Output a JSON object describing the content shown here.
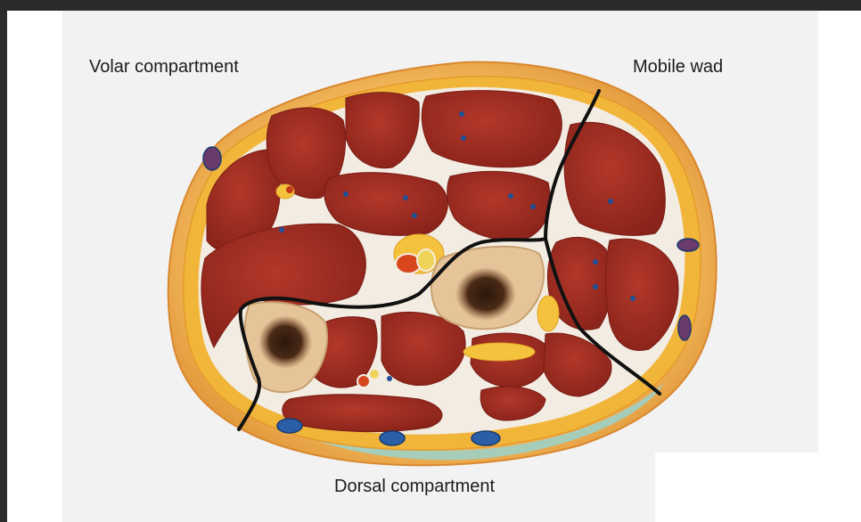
{
  "labels": {
    "volar": "Volar compartment",
    "mobile": "Mobile wad",
    "dorsal": "Dorsal compartment"
  },
  "colors": {
    "background": "#2b2b2b",
    "panel": "#f2f2f2",
    "skin": "#e8a24a",
    "fat": "#f0b232",
    "muscle": "#9c2a1e",
    "fascia": "#f3ece2",
    "bone": "#e8c99e",
    "marrow": "#3a2215",
    "vessel": "#1f4f95",
    "divider": "#111111"
  }
}
